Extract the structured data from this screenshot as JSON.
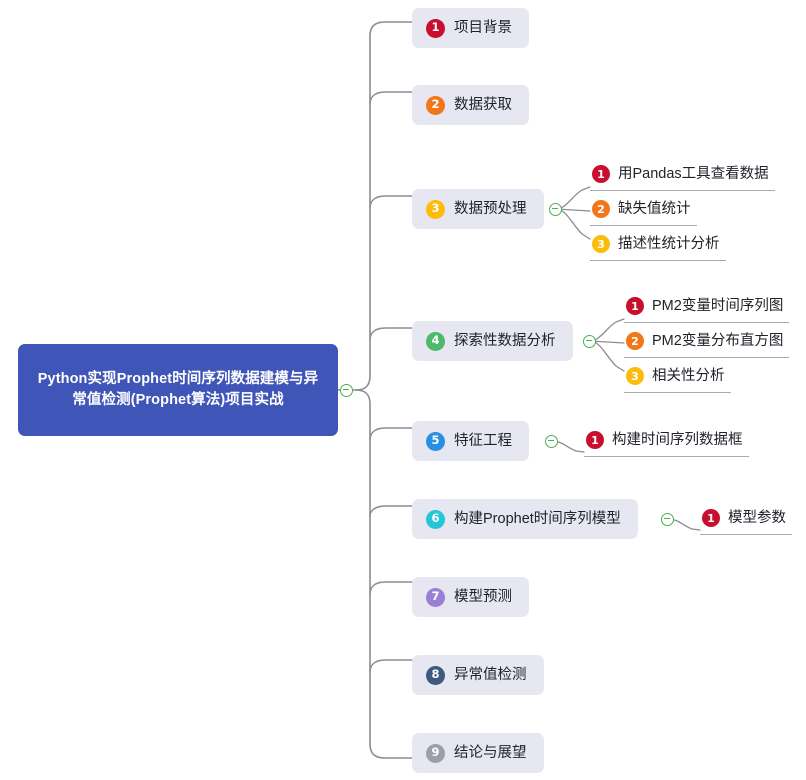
{
  "document": {
    "type": "mindmap",
    "title": "Python实现Prophet时间序列数据建模与异常值检测(Prophet算法)项目实战"
  },
  "root": {
    "label": "Python实现Prophet时间序列数据建模与异常值检测(Prophet算法)项目实战",
    "color": "#4055b8",
    "text_color": "#ffffff"
  },
  "colors": {
    "node_fill": "#e7e7f1",
    "node_text": "#22222a",
    "connector": "#8c8c94",
    "underline": "#a9a9b4",
    "toggle": "#4caf50"
  },
  "badge_colors": {
    "1": "#c8102e",
    "2": "#f2761a",
    "3": "#fbbc0b",
    "4": "#4cb96b",
    "5": "#2a8fe0",
    "6": "#25c6d6",
    "7": "#9b7fd4",
    "8": "#3c5a80",
    "9": "#9e9eaa"
  },
  "branches": [
    {
      "index": "1",
      "label": "项目背景",
      "badge_color": "#c8102e",
      "has_toggle": false,
      "children": []
    },
    {
      "index": "2",
      "label": "数据获取",
      "badge_color": "#f2761a",
      "has_toggle": false,
      "children": []
    },
    {
      "index": "3",
      "label": "数据预处理",
      "badge_color": "#fbbc0b",
      "has_toggle": true,
      "children": [
        {
          "index": "1",
          "label": "用Pandas工具查看数据",
          "badge_color": "#c8102e"
        },
        {
          "index": "2",
          "label": "缺失值统计",
          "badge_color": "#f2761a"
        },
        {
          "index": "3",
          "label": "描述性统计分析",
          "badge_color": "#fbbc0b"
        }
      ]
    },
    {
      "index": "4",
      "label": "探索性数据分析",
      "badge_color": "#4cb96b",
      "has_toggle": true,
      "children": [
        {
          "index": "1",
          "label": "PM2变量时间序列图",
          "badge_color": "#c8102e"
        },
        {
          "index": "2",
          "label": "PM2变量分布直方图",
          "badge_color": "#f2761a"
        },
        {
          "index": "3",
          "label": "相关性分析",
          "badge_color": "#fbbc0b"
        }
      ]
    },
    {
      "index": "5",
      "label": "特征工程",
      "badge_color": "#2a8fe0",
      "has_toggle": true,
      "children": [
        {
          "index": "1",
          "label": "构建时间序列数据框",
          "badge_color": "#c8102e"
        }
      ]
    },
    {
      "index": "6",
      "label": "构建Prophet时间序列模型",
      "badge_color": "#25c6d6",
      "has_toggle": true,
      "children": [
        {
          "index": "1",
          "label": "模型参数",
          "badge_color": "#c8102e"
        }
      ]
    },
    {
      "index": "7",
      "label": "模型预测",
      "badge_color": "#9b7fd4",
      "has_toggle": false,
      "children": []
    },
    {
      "index": "8",
      "label": "异常值检测",
      "badge_color": "#3c5a80",
      "has_toggle": false,
      "children": []
    },
    {
      "index": "9",
      "label": "结论与展望",
      "badge_color": "#9e9eaa",
      "has_toggle": false,
      "children": []
    }
  ]
}
